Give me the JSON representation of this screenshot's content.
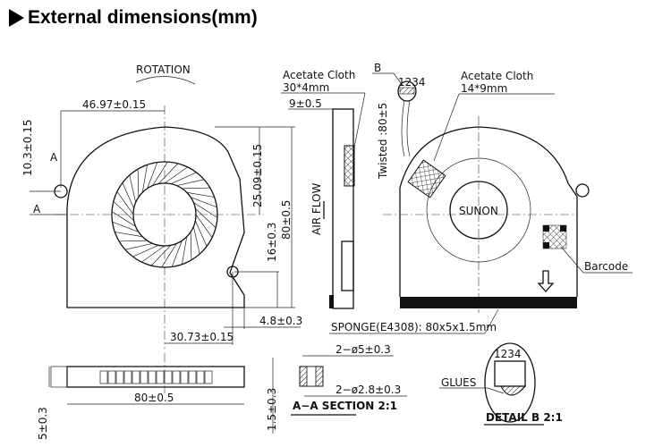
{
  "title": "External dimensions(mm)",
  "front_view": {
    "rotation_label": "ROTATION",
    "dim_width_to_center": "46.97±0.15",
    "dim_hole_offset": "10.3±0.15",
    "dim_center_height": "25.09±0.15",
    "dim_hole_height": "16±0.3",
    "dim_height": "80±0.5",
    "dim_hole_x": "30.73±0.15",
    "dim_hole_edge": "4.8±0.3",
    "section_mark": "A"
  },
  "side_view": {
    "cloth_label": "Acetate Cloth",
    "cloth_size": "30*4mm",
    "dim_thickness": "9±0.5",
    "airflow_label": "AIR FLOW"
  },
  "rear_view": {
    "detail_ref": "B",
    "connector_pins": "1234",
    "cable_label": "Twisted :80±5",
    "cloth_label": "Acetate Cloth",
    "cloth_size": "14*9mm",
    "brand": "SUNON",
    "barcode_label": "Barcode",
    "sponge_label": "SPONGE(E4308): 80x5x1.5mm"
  },
  "bottom_view": {
    "dim_length": "80±0.5",
    "dim_thickness": "5±0.3"
  },
  "section_aa": {
    "dim_outer": "2−ø5±0.3",
    "dim_inner": "2−ø2.8±0.3",
    "dim_height": "1.5±0.3",
    "caption": "A−A SECTION 2:1"
  },
  "detail_b": {
    "pins": "1234",
    "glues_label": "GLUES",
    "caption": "DETAIL B 2:1"
  }
}
